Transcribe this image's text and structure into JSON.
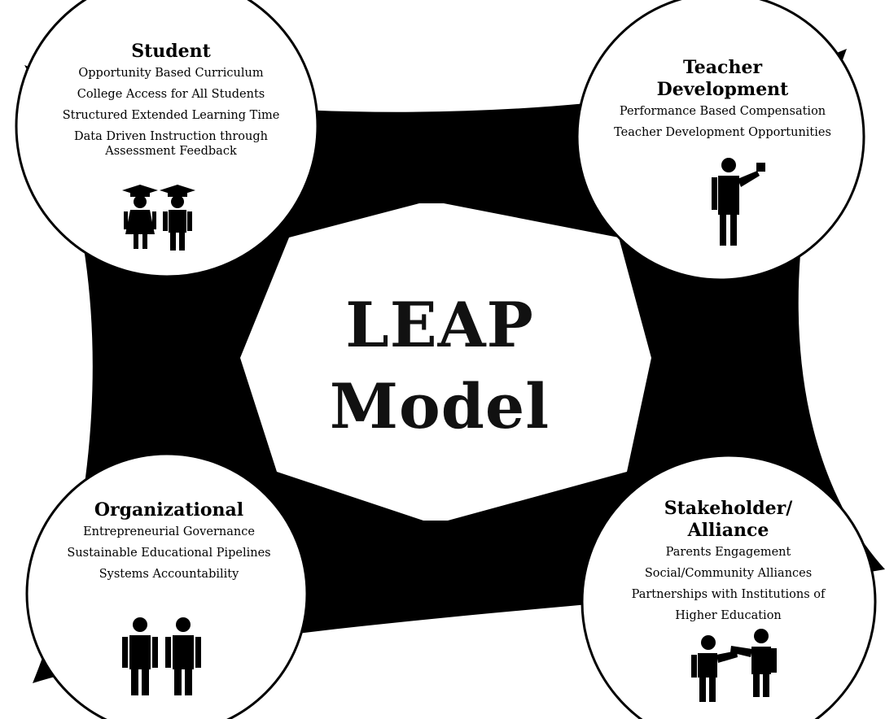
{
  "diagram": {
    "center_title_line1": "LEAP",
    "center_title_line2": "Model",
    "student": {
      "title": "Student",
      "items": [
        "Opportunity Based Curriculum",
        "College Access for All Students",
        "Structured Extended Learning Time",
        "Data Driven Instruction through",
        "Assessment Feedback"
      ],
      "icon": "graduate-students-icon"
    },
    "teacher": {
      "title_line1": "Teacher",
      "title_line2": "Development",
      "items": [
        "Performance Based Compensation",
        "Teacher Development Opportunities"
      ],
      "icon": "teacher-icon"
    },
    "organizational": {
      "title": "Organizational",
      "items": [
        "Entrepreneurial Governance",
        "Sustainable Educational Pipelines",
        "Systems Accountability"
      ],
      "icon": "two-people-icon"
    },
    "stakeholder": {
      "title_line1": "Stakeholder/",
      "title_line2": "Alliance",
      "items": [
        "Parents Engagement",
        "Social/Community Alliances",
        "Partnerships with Institutions of",
        "Higher Education"
      ],
      "icon": "handshake-icon"
    },
    "colors": {
      "background": "#ffffff",
      "band": "#000000",
      "circle_fill": "#ffffff",
      "text": "#000000"
    }
  }
}
